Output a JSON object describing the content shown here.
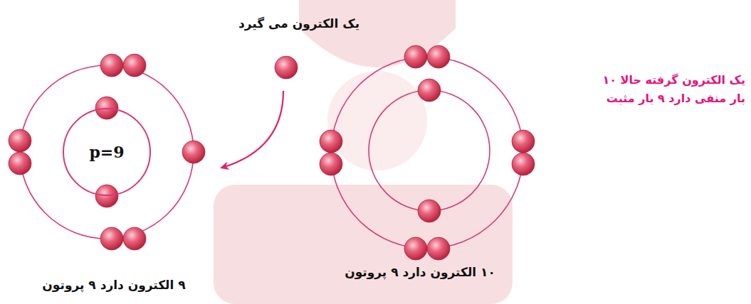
{
  "diagram": {
    "nodes": [
      {
        "text": [
          "p=9"
        ]
      }
    ],
    "labels": [
      "یک الکترون می گیرد",
      "۹ الکترون دارد ۹ پروتون",
      "۱۰ الکترون دارد ۹ پروتون",
      "یک الکترون گرفته حالا ۱۰ بار منفی دارد ۹ بار مثبت"
    ]
  }
}
